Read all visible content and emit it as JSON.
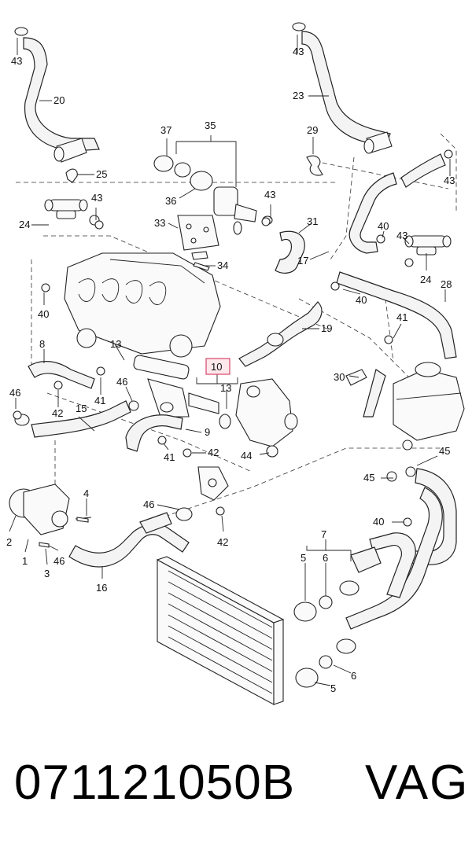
{
  "callouts": {
    "c43a": "43",
    "c20": "20",
    "c25": "25",
    "c43b": "43",
    "c24a": "24",
    "c37": "37",
    "c35": "35",
    "c36": "36",
    "c33": "33",
    "c34": "34",
    "c43c": "43",
    "c31": "31",
    "c29": "29",
    "c43d": "43",
    "c23": "23",
    "c43e": "43",
    "c40a": "40",
    "c17": "17",
    "c40b": "40",
    "c43f": "43",
    "c24b": "24",
    "c28": "28",
    "c40c": "40",
    "c19": "19",
    "c8": "8",
    "c13a": "13",
    "c10": "10",
    "c13b": "13",
    "c46a": "46",
    "c41a": "41",
    "c42a": "42",
    "c15": "15",
    "c46b": "46",
    "c9": "9",
    "c41b": "41",
    "c42b": "42",
    "c44": "44",
    "c30": "30",
    "c41c": "41",
    "c45a": "45",
    "c45b": "45",
    "c4": "4",
    "c46c": "46",
    "c2": "2",
    "c1": "1",
    "c46d": "46",
    "c3": "3",
    "c16": "16",
    "c42c": "42",
    "c40d": "40",
    "c7": "7",
    "c5a": "5",
    "c6a": "6",
    "c6b": "6",
    "c5b": "5"
  },
  "caption": {
    "part_number": "071121050B",
    "brand": "VAG"
  }
}
